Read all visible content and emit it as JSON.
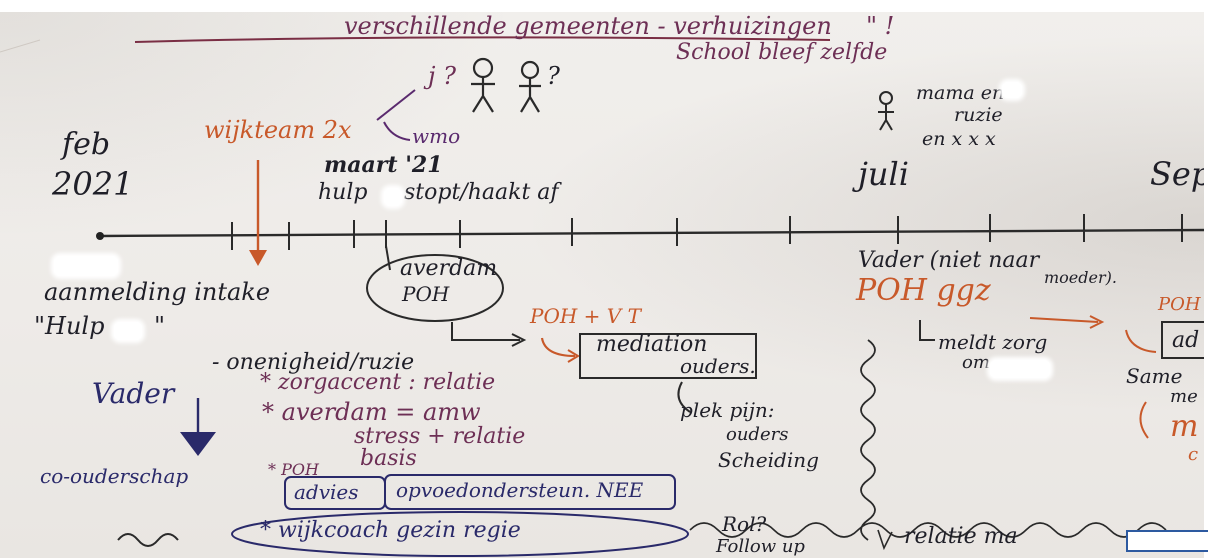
{
  "header": {
    "line1": "verschillende gemeenten - verhuizingen",
    "line1_marks": "\" !",
    "line2": "School bleef zelfde"
  },
  "figures": {
    "j_mark": "j ?",
    "q_mark": "?",
    "right_caption_1": "mama en",
    "right_caption_2": "ruzie",
    "right_caption_3": "en x x x"
  },
  "timeline": {
    "start_month": "feb",
    "start_year": "2021",
    "month_july": "juli",
    "month_sep": "Sep"
  },
  "notes": {
    "wijkteam": "wijkteam 2x",
    "wmo": "wmo",
    "maart": "maart '21",
    "hulp_stopt": "hulp",
    "stopt_haakt": "stopt/haakt af",
    "aanmelding": "aanmelding intake",
    "hulp_quote_open": "\"Hulp",
    "hulp_quote_close": "\"",
    "averdam": "averdam",
    "poh_left": "POH",
    "poh_vt": "POH + V T",
    "mediation": "mediation",
    "ouders": "ouders.",
    "onenigheid": "- onenigheid/ruzie",
    "zorgaccent": "* zorgaccent : relatie",
    "averdam_amw": "* averdam = amw",
    "stress": "stress + relatie",
    "basis": "basis",
    "poh_small": "* POH",
    "advies": "advies",
    "opvoedondersteuning": "opvoedondersteun. NEE",
    "wijkcoach": "* wijkcoach gezin regie",
    "vader": "Vader",
    "co_ouderschap": "co-ouderschap",
    "plek_pijn": "plek pijn:",
    "ouders_scheiding_1": "ouders",
    "ouders_scheiding_2": "Scheiding",
    "rol": "Rol?",
    "follow_up": "Follow up",
    "relatie_ma": "relatie ma",
    "vader_niet_naar": "Vader (niet naar",
    "moeder": "moeder).",
    "poh_ggz": "POH ggz",
    "meldt_zorg": "meldt zorg",
    "om": "om",
    "poh_h_right": "POH · H",
    "ad_right": "ad",
    "same_right": "Same",
    "me_right": "me",
    "m_right": "m",
    "c_right": "c"
  },
  "colors": {
    "paper": "#efece9",
    "purple_ink": "#5a2a6e",
    "plum_ink": "#6d2f55",
    "black_ink": "#1f1f28",
    "orange_ink": "#c8592a",
    "navy_ink": "#2a2a6a",
    "blue_box": "#2d5aa0"
  }
}
